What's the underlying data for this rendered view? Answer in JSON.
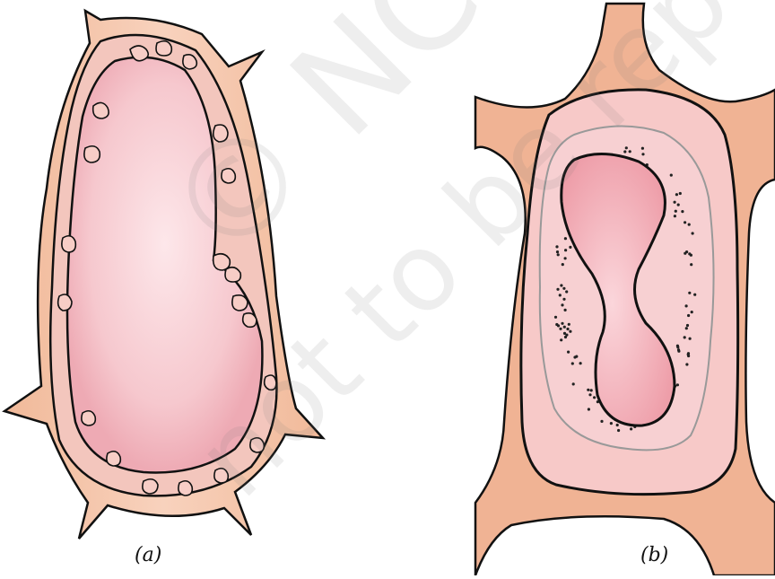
{
  "figure": {
    "panels": [
      {
        "id": "a",
        "caption": "(a)"
      },
      {
        "id": "b",
        "caption": "(b)"
      }
    ],
    "watermark_lines": [
      "© NCERT",
      "not to be republished"
    ],
    "colors": {
      "cell_wall": "#f3bfa3",
      "cytoplasm": "#f5c9c4",
      "vacuole": "#f4c4c9",
      "outline": "#111111",
      "stipple": "#222222"
    }
  }
}
